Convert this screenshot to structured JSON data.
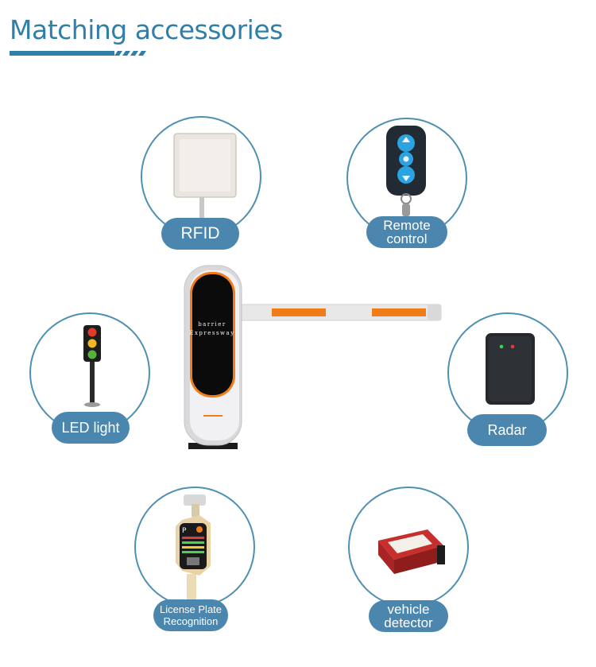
{
  "header": {
    "title": "Matching accessories"
  },
  "colors": {
    "accent": "#2f7fa8",
    "circle_border": "#4f8fb2",
    "label_bg": "#4a86ae",
    "arm_stripe": "#f07d1a"
  },
  "center_product": {
    "line1": "barrier",
    "line2": "Expressway",
    "icon": "barrier-gate"
  },
  "accessories": [
    {
      "id": "rfid",
      "label": "RFID",
      "icon": "rfid-reader-icon"
    },
    {
      "id": "remote",
      "label": "Remote\ncontrol",
      "icon": "remote-control-icon"
    },
    {
      "id": "led",
      "label": "LED light",
      "icon": "traffic-light-icon"
    },
    {
      "id": "radar",
      "label": "Radar",
      "icon": "radar-sensor-icon"
    },
    {
      "id": "lpr",
      "label": "License Plate\nRecognition",
      "icon": "license-plate-camera-icon"
    },
    {
      "id": "detector",
      "label": "vehicle\ndetector",
      "icon": "vehicle-detector-icon"
    }
  ]
}
